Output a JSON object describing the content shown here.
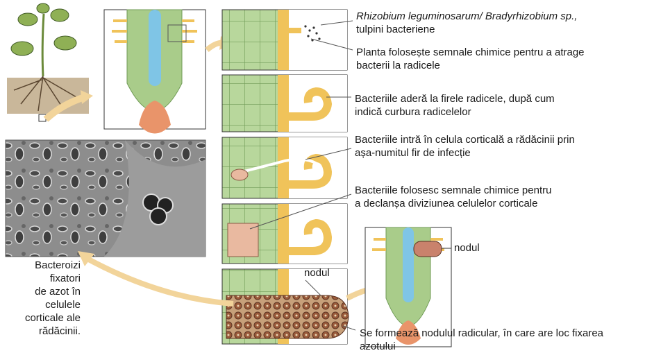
{
  "diagram": {
    "steps": [
      {
        "lines": [
          "Rhizobium leguminosarum/ Bradyrhizobium sp.,",
          "tulpini bacteriene"
        ]
      },
      {
        "lines": [
          "Planta folosește semnale chimice pentru a atrage",
          "bacterii la radicele"
        ]
      },
      {
        "lines": [
          "Bacteriile aderă la firele radicele, după cum",
          "indică curbura radicelelor"
        ]
      },
      {
        "lines": [
          "Bacteriile intră în celula corticală a rădăcinii prin",
          "așa-numitul fir de infecție"
        ]
      },
      {
        "lines": [
          "Bacteriile folosesc semnale chimice pentru",
          "a declanșa diviziunea celulelor corticale"
        ]
      },
      {
        "lines": [
          "Se formează nodulul radicular, în care are loc fixarea",
          "azotului"
        ]
      }
    ],
    "nodule_label_panel": "nodul",
    "nodule_label_root": "nodul",
    "bacteroid_caption": [
      "Bacteroizi",
      "fixatori",
      "de azot în",
      "celulele",
      "corticale ale",
      "rădăcinii."
    ]
  },
  "colors": {
    "root_tip": "#e9946a",
    "root_body": "#a9cc8a",
    "root_core": "#7fc5e6",
    "root_hair": "#f0c35a",
    "cortex": "#b8d79c",
    "cortex_line": "#6f9a55",
    "nodule": "#c9826c",
    "arrow": "#f2d49a",
    "micrograph": "#8a8a8a"
  }
}
